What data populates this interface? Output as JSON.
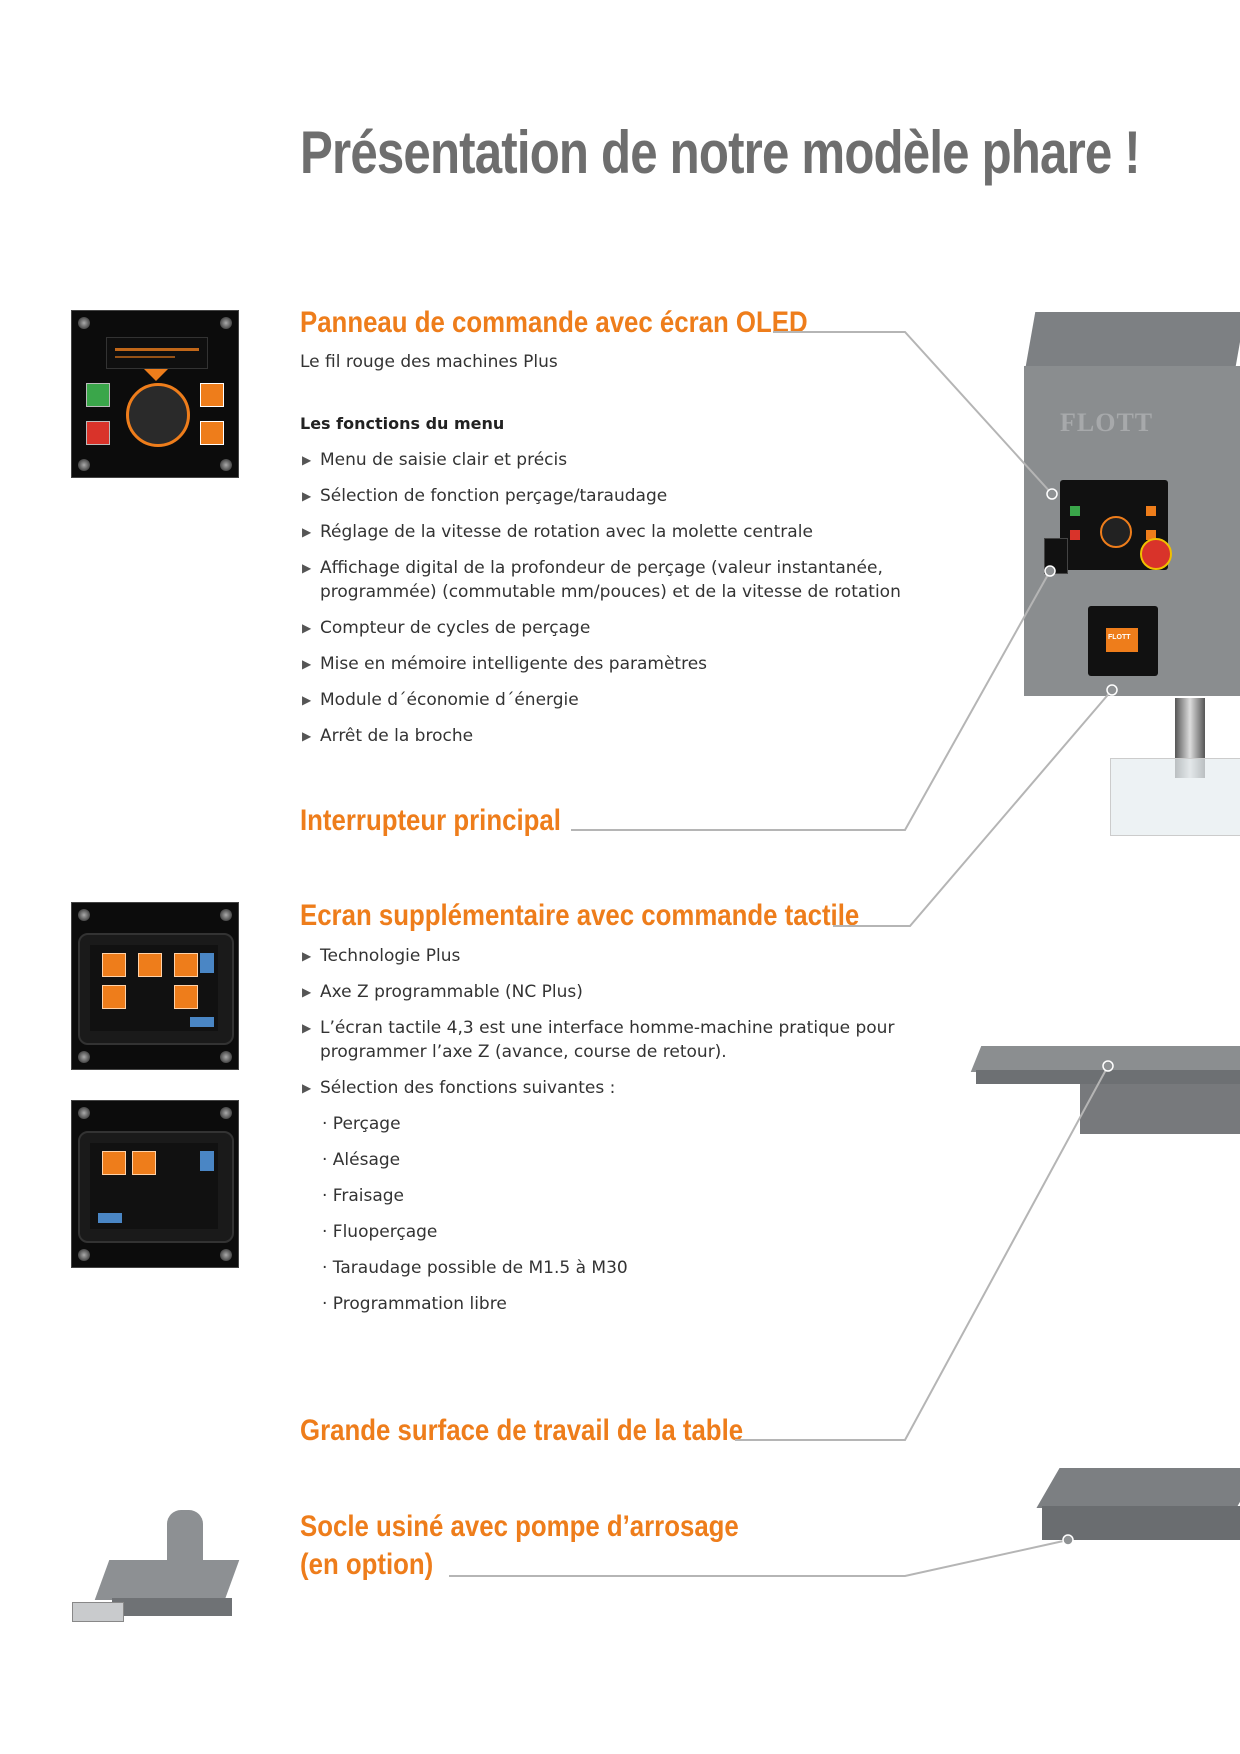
{
  "page": {
    "title": "Présentation de notre modèle phare !"
  },
  "sections": {
    "oled": {
      "heading": "Panneau de commande avec écran OLED",
      "subtitle": "Le fil rouge des machines Plus",
      "menu_title": "Les fonctions du menu",
      "items": [
        "Menu de saisie clair et précis",
        "Sélection de fonction perçage/taraudage",
        "Réglage de la vitesse de rotation avec la molette centrale",
        "Affichage digital de la profondeur de perçage (valeur instantanée, programmée) (commutable mm/pouces) et de la vitesse de rotation",
        "Compteur de cycles de perçage",
        "Mise en mémoire intelligente des paramètres",
        "Module d´économie d´énergie",
        "Arrêt de la broche"
      ]
    },
    "switch": {
      "heading": "Interrupteur principal"
    },
    "touch": {
      "heading": "Ecran supplémentaire avec commande tactile",
      "items": [
        "Technologie Plus",
        "Axe Z programmable (NC Plus)",
        "L’écran tactile 4,3 est une interface homme-machine pratique pour programmer l’axe Z (avance, course de retour).",
        "Sélection des fonctions suivantes :"
      ],
      "functions": [
        "· Perçage",
        "· Alésage",
        "· Fraisage",
        "· Fluoperçage",
        "· Taraudage possible de M1.5 à M30",
        "· Programmation libre"
      ]
    },
    "table": {
      "heading": "Grande surface de travail de la table"
    },
    "base": {
      "heading_line1": "Socle usiné avec pompe d’arrosage",
      "heading_line2": "(en option)"
    }
  },
  "machine": {
    "brand_logo": "FLOTT",
    "panel_logo": "FLOTT"
  },
  "colors": {
    "accent": "#ee7d1b",
    "title_gray": "#6e6e6e",
    "leader_line": "#b5b5b5",
    "machine_gray": "#8a8d8f"
  }
}
